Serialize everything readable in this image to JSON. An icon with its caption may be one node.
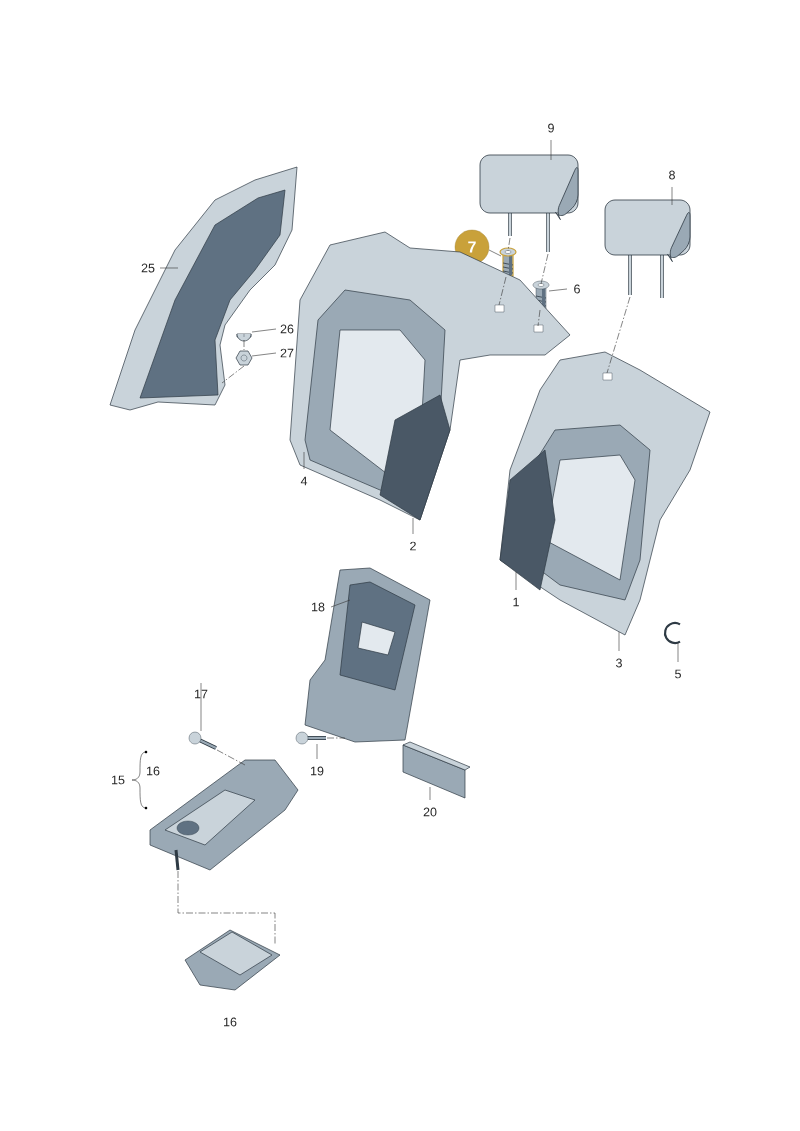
{
  "diagram": {
    "nodes": [
      {
        "text": [
          "25"
        ]
      },
      {
        "text": [],
        "shape": "picture"
      },
      {
        "text": [
          "26"
        ]
      },
      {
        "text": [],
        "shape": "picture"
      },
      {
        "text": [
          "27"
        ]
      },
      {
        "text": [],
        "shape": "picture"
      },
      {
        "text": [
          "9"
        ]
      },
      {
        "text": [],
        "shape": "picture"
      },
      {
        "text": [
          "8"
        ]
      },
      {
        "text": [],
        "shape": "picture"
      },
      {
        "text": [
          "7"
        ]
      },
      {
        "text": [],
        "shape": "picture"
      },
      {
        "text": [
          "6"
        ]
      },
      {
        "text": [],
        "shape": "picture"
      },
      {
        "text": [],
        "shape": "picture"
      },
      {
        "text": [
          "4"
        ]
      },
      {
        "text": [
          "2"
        ]
      },
      {
        "text": [],
        "shape": "picture"
      },
      {
        "text": [
          "1"
        ]
      },
      {
        "text": [
          "3"
        ]
      },
      {
        "text": [],
        "shape": "picture"
      },
      {
        "text": [
          "5"
        ]
      },
      {
        "text": [
          "18"
        ]
      },
      {
        "text": [],
        "shape": "picture"
      },
      {
        "text": [
          "17"
        ]
      },
      {
        "text": [],
        "shape": "picture"
      },
      {
        "text": [
          "19"
        ]
      },
      {
        "text": [],
        "shape": "picture"
      },
      {
        "text": [],
        "shape": "picture"
      },
      {
        "text": [
          "20"
        ]
      },
      {
        "text": [],
        "shape": "picture"
      },
      {
        "text": [],
        "shape": "picture"
      }
    ],
    "edges": [
      {
        "from": 0,
        "to": 1,
        "arrow": "none"
      },
      {
        "from": 2,
        "to": 3,
        "arrow": "none"
      },
      {
        "from": 4,
        "to": 5,
        "arrow": "none"
      },
      {
        "from": 6,
        "to": 7,
        "arrow": "none"
      },
      {
        "from": 8,
        "to": 9,
        "arrow": "none"
      },
      {
        "from": 10,
        "to": 11,
        "arrow": "none"
      },
      {
        "from": 12,
        "to": 13,
        "arrow": "none"
      },
      {
        "from": 15,
        "to": 14,
        "arrow": "none"
      },
      {
        "from": 16,
        "to": 14,
        "arrow": "none"
      },
      {
        "from": 18,
        "to": 17,
        "arrow": "none"
      },
      {
        "from": 19,
        "to": 17,
        "arrow": "none"
      },
      {
        "from": 21,
        "to": 20,
        "arrow": "none"
      },
      {
        "from": 22,
        "to": 23,
        "arrow": "none"
      },
      {
        "from": 24,
        "to": 25,
        "arrow": "none"
      },
      {
        "from": 26,
        "to": 27,
        "arrow": "none"
      },
      {
        "from": 29,
        "to": 28,
        "arrow": "none"
      },
      {
        "from": 3,
        "to": 5,
        "arrow": "none",
        "style": "dashed"
      },
      {
        "from": 5,
        "to": 1,
        "arrow": "none",
        "style": "dashed"
      },
      {
        "from": 7,
        "to": 11,
        "arrow": "none",
        "style": "dashed"
      },
      {
        "from": 11,
        "to": 14,
        "arrow": "none",
        "style": "dashed"
      },
      {
        "from": 7,
        "to": 13,
        "arrow": "none",
        "style": "dashed"
      },
      {
        "from": 13,
        "to": 14,
        "arrow": "none",
        "style": "dashed"
      },
      {
        "from": 9,
        "to": 17,
        "arrow": "none",
        "style": "dashed"
      },
      {
        "from": 25,
        "to": 30,
        "arrow": "none",
        "style": "dashed"
      },
      {
        "from": 27,
        "to": 23,
        "arrow": "none",
        "style": "dashed"
      },
      {
        "from": 30,
        "to": 31,
        "arrow": "none",
        "style": "dashed"
      }
    ],
    "labels": [
      "15",
      "16",
      "16"
    ]
  }
}
